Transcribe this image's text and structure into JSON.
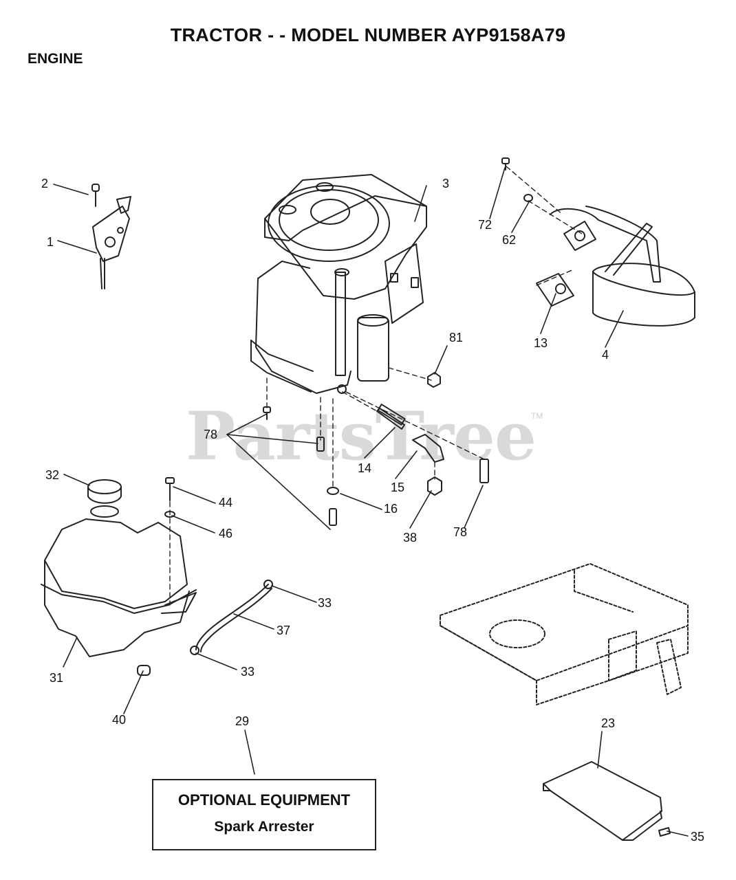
{
  "title": "TRACTOR - - MODEL NUMBER AYP9158A79",
  "section": "ENGINE",
  "watermark": "PartsTree",
  "watermark_tm": "TM",
  "optional_box": {
    "title": "OPTIONAL EQUIPMENT",
    "subtitle": "Spark Arrester"
  },
  "callouts": {
    "c1": "1",
    "c2": "2",
    "c3": "3",
    "c4": "4",
    "c13": "13",
    "c14": "14",
    "c15": "15",
    "c16": "16",
    "c23": "23",
    "c29": "29",
    "c31": "31",
    "c32": "32",
    "c33a": "33",
    "c33b": "33",
    "c35": "35",
    "c37": "37",
    "c38": "38",
    "c40": "40",
    "c44": "44",
    "c46": "46",
    "c62": "62",
    "c72": "72",
    "c78a": "78",
    "c78b": "78",
    "c81": "81"
  }
}
